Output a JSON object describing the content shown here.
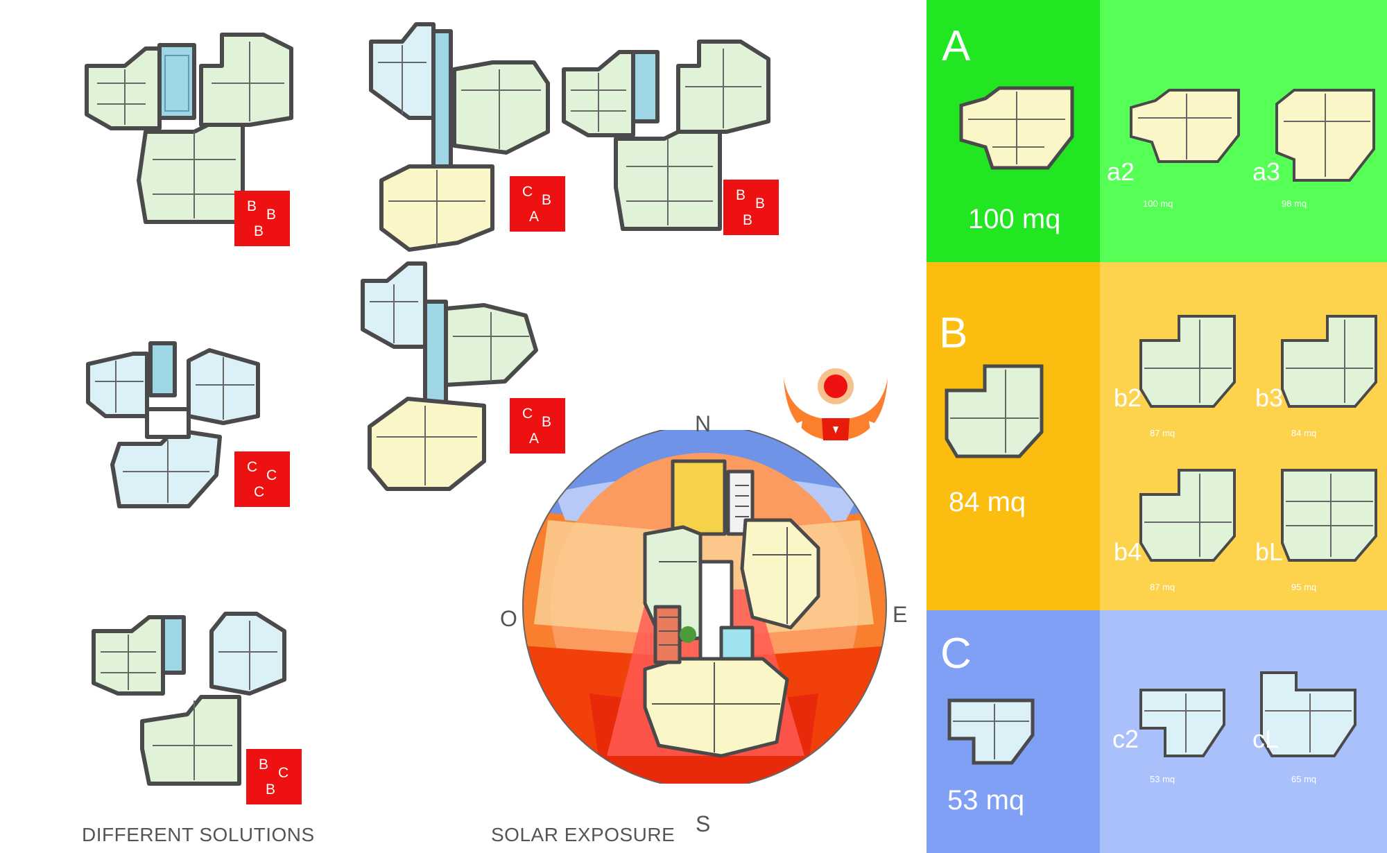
{
  "captions": {
    "left": "DIFFERENT SOLUTIONS",
    "middle": "SOLAR EXPOSURE"
  },
  "compass": {
    "n": "N",
    "s": "S",
    "e": "E",
    "w": "O"
  },
  "combos": [
    {
      "t": "B",
      "r": "B",
      "b": "B"
    },
    {
      "t": "C",
      "r": "B",
      "b": "A"
    },
    {
      "t": "B",
      "r": "B",
      "b": "B"
    },
    {
      "t": "C",
      "r": "B",
      "b": "A"
    },
    {
      "t": "C",
      "r": "C",
      "b": "C"
    },
    {
      "t": "B",
      "r": "C",
      "b": "B"
    }
  ],
  "types": [
    {
      "letter": "A",
      "area": "100 mq",
      "variants": [
        {
          "label": "a2",
          "area": "100 mq"
        },
        {
          "label": "a3",
          "area": "98 mq"
        }
      ]
    },
    {
      "letter": "B",
      "area": "84 mq",
      "variants": [
        {
          "label": "b2",
          "area": "87 mq"
        },
        {
          "label": "b3",
          "area": "84 mq"
        },
        {
          "label": "b4",
          "area": "87 mq"
        },
        {
          "label": "bL",
          "area": "95 mq"
        }
      ]
    },
    {
      "letter": "C",
      "area": "53 mq",
      "variants": [
        {
          "label": "c2",
          "area": "53 mq"
        },
        {
          "label": "cL",
          "area": "65 mq"
        }
      ]
    }
  ],
  "colors": {
    "tag_red": "#ee1111",
    "a_main": "#22e622",
    "a_sub": "#55ff55",
    "b_main": "#fbbd10",
    "b_sub": "#fdd34e",
    "c_main": "#7fa0f5",
    "c_sub": "#a9c0fb",
    "room_green": "#e0f3d8",
    "room_blue": "#dcf0f8",
    "room_yellow": "#faf6c8",
    "wall": "#4a4a4a",
    "stair": "#9fd6e6"
  }
}
